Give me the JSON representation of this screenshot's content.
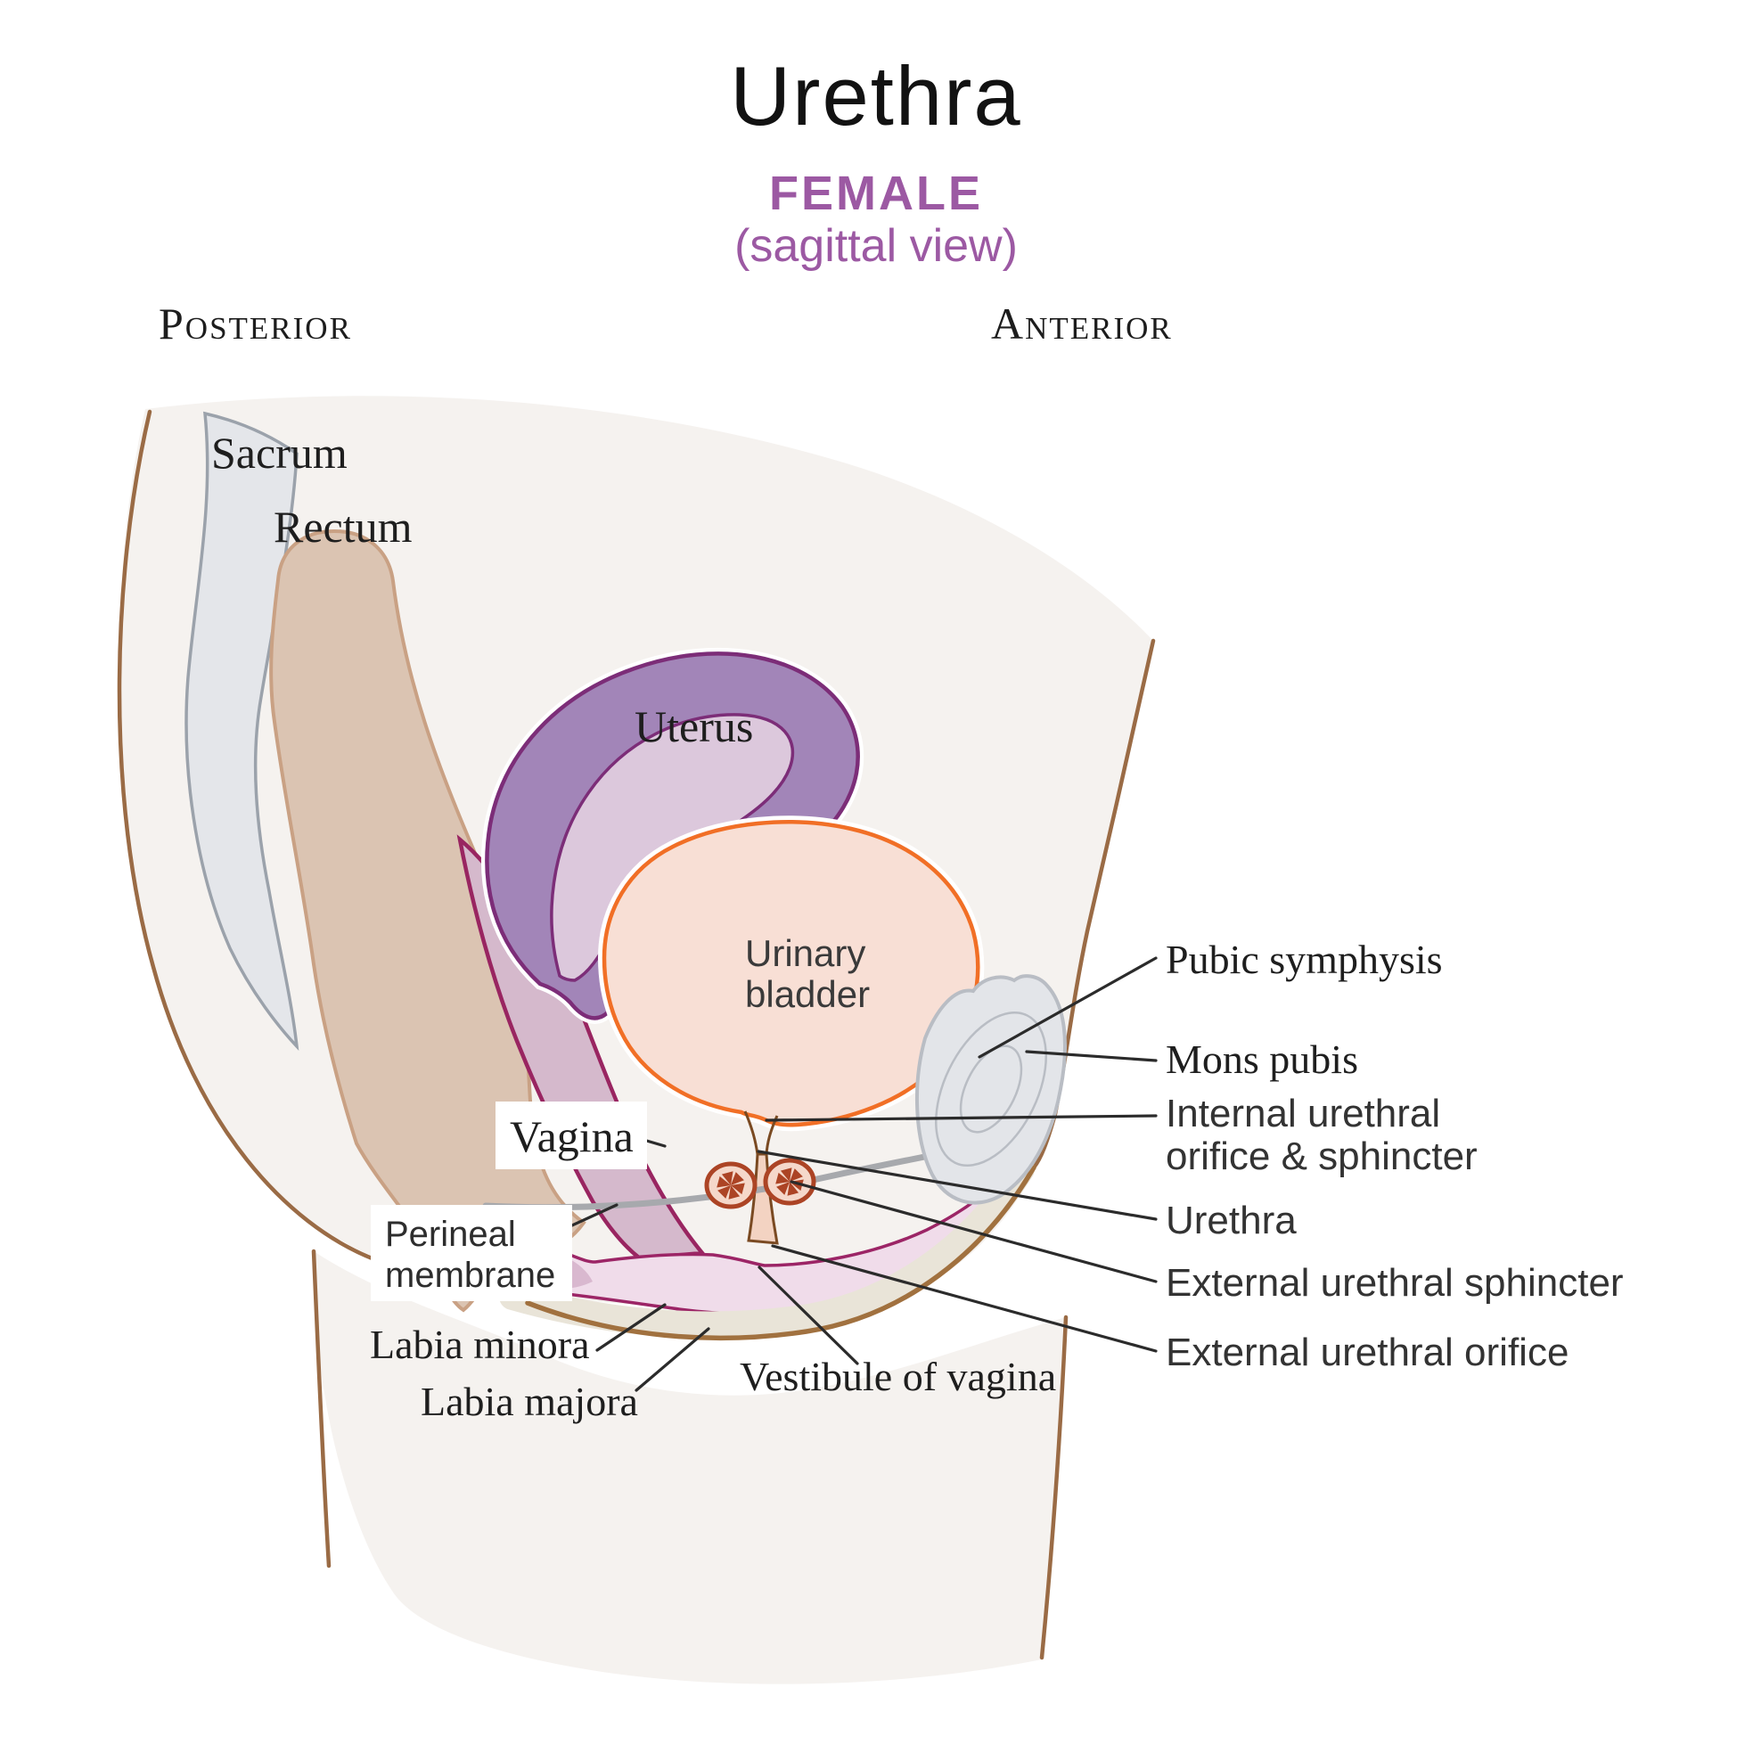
{
  "title": "Urethra",
  "subtitle": {
    "line1": "FEMALE",
    "line2": "(sagittal view)"
  },
  "orientation": {
    "left": "Posterior",
    "right": "Anterior"
  },
  "labels": {
    "sacrum": "Sacrum",
    "rectum": "Rectum",
    "uterus": "Uterus",
    "urinary_bladder_line1": "Urinary",
    "urinary_bladder_line2": "bladder",
    "vagina": "Vagina",
    "perineal_membrane_line1": "Perineal",
    "perineal_membrane_line2": "membrane",
    "labia_minora": "Labia minora",
    "labia_majora": "Labia majora",
    "vestibule_of_vagina": "Vestibule of vagina",
    "pubic_symphysis": "Pubic symphysis",
    "mons_pubis": "Mons pubis",
    "internal_urethral_line1": "Internal urethral",
    "internal_urethral_line2": "orifice &  sphincter",
    "urethra": "Urethra",
    "external_urethral_sphincter": "External urethral sphincter",
    "external_urethral_orifice": "External urethral orifice"
  },
  "colors": {
    "accent_purple": "#9c59a3",
    "body_fill": "#f5f2ef",
    "skin_outline": "#9a6b45",
    "bone_fill": "#e4e6ea",
    "bone_outline": "#9ba2ab",
    "rectum_fill": "#dbc4b2",
    "rectum_outline": "#c9a184",
    "uterus_fill": "#a285b8",
    "uterus_outline": "#7c2d78",
    "uterine_cavity_fill": "#dcc8dc",
    "vagina_fill": "#d5b9cc",
    "vagina_outline": "#992561",
    "bladder_fill": "#f8dfd5",
    "bladder_outline": "#f16f26",
    "urethra_fill": "#f3d3c2",
    "urethra_outline": "#7a4a22",
    "sphincter_red": "#ac4425",
    "sphincter_pale": "#f5d8ca",
    "membrane_gray": "#a7a9ad",
    "vestibule_fill": "#f0dcea",
    "labia_band_fill": "#e9e4d8",
    "labia_band_outline": "#a1713f",
    "leader_black": "#2b2b2b"
  }
}
